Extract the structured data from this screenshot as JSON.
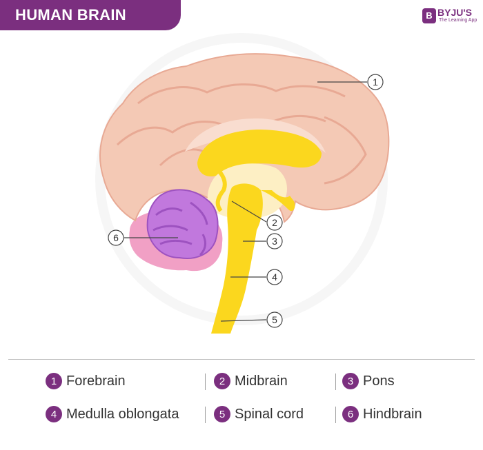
{
  "title": "HUMAN BRAIN",
  "logo": {
    "mark": "B",
    "name": "BYJU'S",
    "tagline": "The Learning App"
  },
  "callouts": [
    "1",
    "2",
    "3",
    "4",
    "5",
    "6"
  ],
  "legend": [
    {
      "num": "1",
      "label": "Forebrain"
    },
    {
      "num": "2",
      "label": "Midbrain"
    },
    {
      "num": "3",
      "label": "Pons"
    },
    {
      "num": "4",
      "label": "Medulla oblongata"
    },
    {
      "num": "5",
      "label": "Spinal cord"
    },
    {
      "num": "6",
      "label": "Hindbrain"
    }
  ],
  "colors": {
    "brand": "#7b2f7f",
    "cerebrum": "#f4c9b5",
    "cerebrum_fold": "#e8a994",
    "brainstem": "#fbd71e",
    "cream": "#fdefc4",
    "cerebellum": "#c178dd",
    "cerebellum_dark": "#9d52c0",
    "hindbrain_pink": "#f1a0c5"
  }
}
